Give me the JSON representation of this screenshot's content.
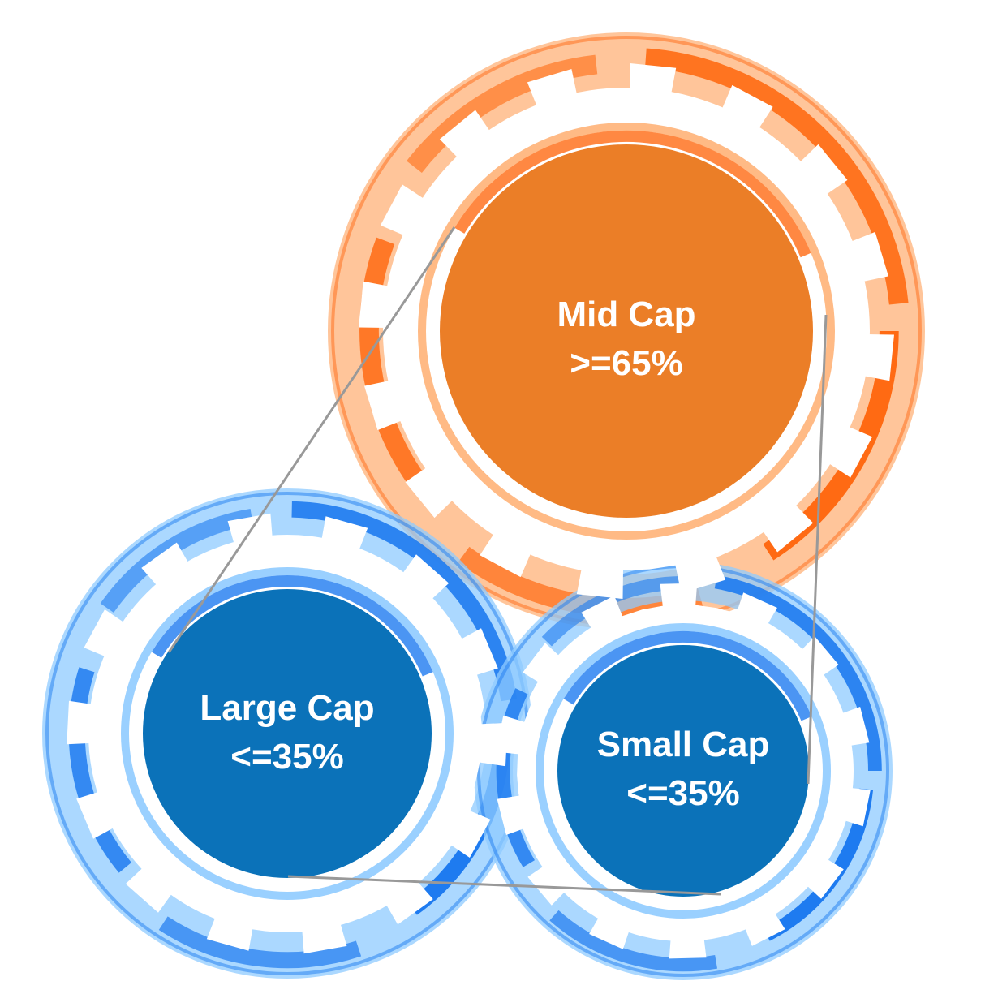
{
  "gears": [
    {
      "id": "mid-cap",
      "title": "Mid Cap",
      "value": ">=65%",
      "color": "#EB7E27",
      "ring_color": "#FF6A13",
      "ring_light": "#FFB278",
      "gear_icon": "gear-icon"
    },
    {
      "id": "large-cap",
      "title": "Large Cap",
      "value": "<=35%",
      "color": "#0B72B9",
      "ring_color": "#1E7BF0",
      "ring_light": "#8FCBFF",
      "gear_icon": "gear-icon"
    },
    {
      "id": "small-cap",
      "title": "Small Cap",
      "value": "<=35%",
      "color": "#0B72B9",
      "ring_color": "#1E7BF0",
      "ring_light": "#8FCBFF",
      "gear_icon": "gear-icon"
    }
  ],
  "connector_color": "#999999"
}
